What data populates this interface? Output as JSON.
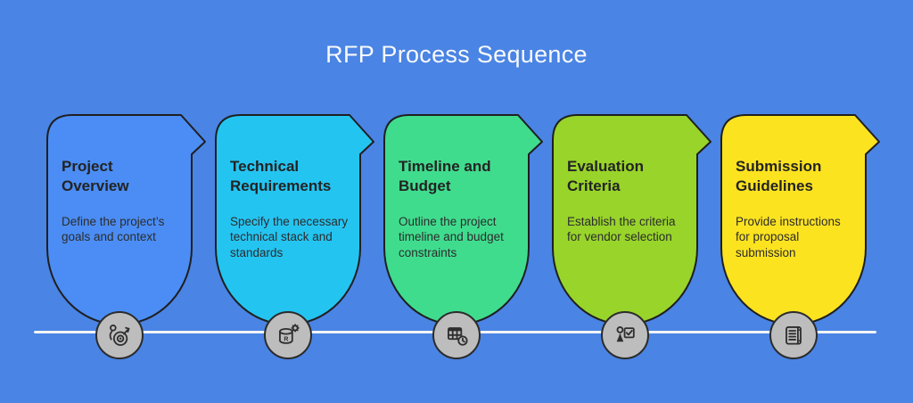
{
  "title": "RFP Process Sequence",
  "colors": {
    "background": "#4a84e4",
    "outline": "#1f1f1f",
    "timeline_line": "#f2f4f6",
    "icon_circle_fill": "#bdbdbd",
    "title_text": "#f7f9fc",
    "card_title_text": "#232323",
    "card_desc_text": "#2c2c2c"
  },
  "steps": [
    {
      "title": "Project Overview",
      "description": "Define the project’s goals and context",
      "color": "#4b8df4",
      "icon": "person-target-icon"
    },
    {
      "title": "Technical Requirements",
      "description": "Specify the necessary technical stack and standards",
      "color": "#24c4f1",
      "icon": "database-gear-icon"
    },
    {
      "title": "Timeline and Budget",
      "description": "Outline the project timeline and budget constraints",
      "color": "#40dc8e",
      "icon": "table-clock-icon"
    },
    {
      "title": "Evaluation Criteria",
      "description": "Establish the criteria for vendor selection",
      "color": "#98d42a",
      "icon": "person-checkbox-icon"
    },
    {
      "title": "Submission Guidelines",
      "description": "Provide instructions for proposal submission",
      "color": "#fce320",
      "icon": "document-list-icon"
    }
  ]
}
